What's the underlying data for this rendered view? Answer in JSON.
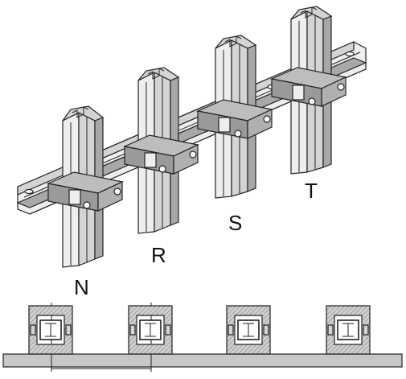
{
  "labels": {
    "n": "N",
    "r": "R",
    "s": "S",
    "t": "T"
  },
  "colors": {
    "background": "#ffffff",
    "outline": "#222222"
  }
}
